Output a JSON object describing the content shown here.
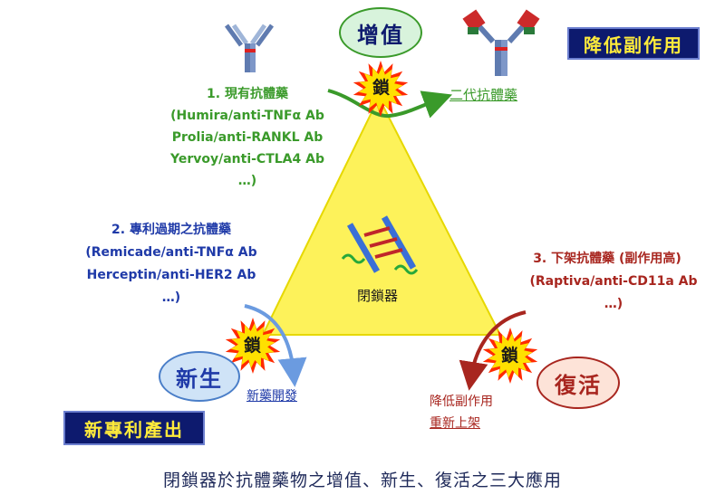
{
  "labels": {
    "top_oval": "增值",
    "left_oval": "新生",
    "right_oval": "復活",
    "top_right_box": "降低副作用",
    "bottom_left_box": "新專利產出",
    "center_label": "閉鎖器",
    "lock_char": "鎖"
  },
  "branches": {
    "existing": {
      "title": "1. 現有抗體藥",
      "lines": [
        "(Humira/anti-TNFα Ab",
        "Prolia/anti-RANKL Ab",
        "Yervoy/anti-CTLA4 Ab",
        "…)"
      ]
    },
    "second_gen": "二代抗體藥",
    "expired": {
      "title": "2. 專利過期之抗體藥",
      "lines": [
        "(Remicade/anti-TNFα Ab",
        "Herceptin/anti-HER2 Ab",
        "…)"
      ]
    },
    "new_dev": "新藥開發",
    "withdrawn": {
      "title": "3. 下架抗體藥 (副作用高)",
      "lines": [
        "(Raptiva/anti-CD11a Ab",
        "…)"
      ]
    },
    "relist": [
      "降低副作用",
      "重新上架"
    ]
  },
  "caption": "閉鎖器於抗體藥物之增值、新生、復活之三大應用",
  "colors": {
    "triangle": "#fdf25a",
    "burst": "#ff2a00",
    "burst_inner": "#ffe000",
    "green": "#3a9a2a",
    "blue": "#1f3aa8",
    "red": "#a8261f",
    "navy_box": "#0d1a6e",
    "box_text": "#ffeb3b",
    "top_oval_fill": "#d8f3dc",
    "left_oval_fill": "#cfe3f7",
    "right_oval_fill": "#fde3d8"
  }
}
